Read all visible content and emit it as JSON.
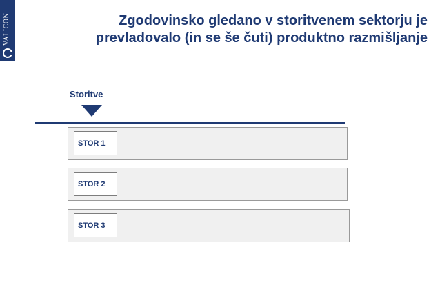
{
  "logo": {
    "name": "VALICON"
  },
  "title": {
    "line1": "Zgodovinsko gledano v storitvenem sektorju je",
    "line2": "prevladovalo (in se še čuti) produktno razmišljanje"
  },
  "section": {
    "label": "Storitve"
  },
  "rows": [
    {
      "label": "STOR 1"
    },
    {
      "label": "STOR 2"
    },
    {
      "label": "STOR 3"
    }
  ],
  "colors": {
    "brand": "#1f3a73",
    "box_fill": "#f0f0f0",
    "box_border": "#9a9a9a"
  }
}
